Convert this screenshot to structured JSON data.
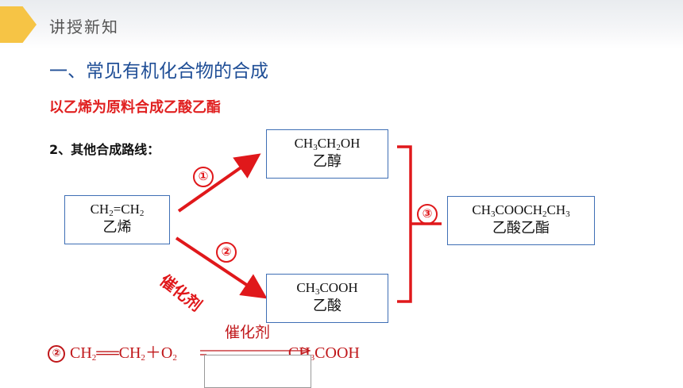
{
  "header": {
    "section": "讲授新知"
  },
  "title": "一、常见有机化合物的合成",
  "subtitle": "以乙烯为原料合成乙酸乙酯",
  "route_label": "2、其他合成路线：",
  "boxes": {
    "ethylene": {
      "name": "乙烯"
    },
    "ethanol": {
      "name": "乙醇"
    },
    "acetic_acid": {
      "name": "乙酸"
    },
    "ester": {
      "formula": "CH3COOCH2CH3",
      "name": "乙酸乙酯"
    }
  },
  "steps": {
    "one": "①",
    "two": "②",
    "three": "③"
  },
  "catalyst_label": "催化剂",
  "equation": {
    "number": "②",
    "condition": "催化剂"
  },
  "colors": {
    "red": "#e0181b",
    "blue_title": "#1f4e96",
    "box_border": "#3f6fb5",
    "badge": "#f6c445"
  }
}
